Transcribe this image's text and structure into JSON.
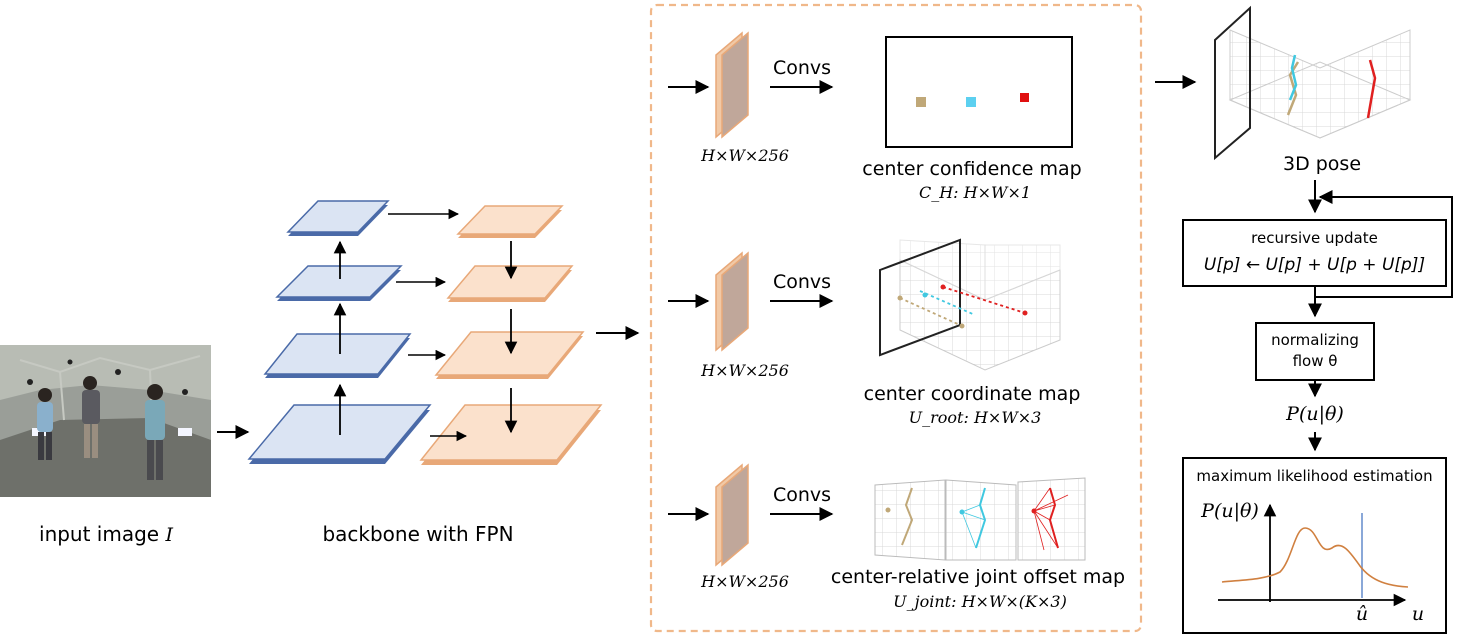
{
  "labels": {
    "input_image": "input image",
    "input_image_symbol": "I",
    "backbone": "backbone with FPN",
    "convs": "Convs",
    "feat_shape": "H×W×256",
    "center_confidence_map": "center confidence map",
    "center_confidence_formula": "C_H: H×W×1",
    "center_coordinate_map": "center coordinate map",
    "center_coordinate_formula": "U_root: H×W×3",
    "joint_offset_map": "center-relative joint offset map",
    "joint_offset_formula": "U_joint: H×W×(K×3)",
    "pose_3d": "3D pose",
    "recursive_update": "recursive update",
    "recursive_formula": "U[p] ← U[p] + U[p + U[p]]",
    "normalizing_line1": "normalizing",
    "normalizing_line2": "flow θ",
    "p_u_theta": "P(u|θ)",
    "mle_title": "maximum likelihood estimation",
    "mle_ylabel": "P(u|θ)",
    "mle_xlabel": "u",
    "mle_uhat": "û"
  },
  "colors": {
    "fpn_blue_fill": "#dbe4f3",
    "fpn_blue_edge": "#4a6aa8",
    "fpn_orange_fill": "#fbe1cc",
    "fpn_orange_edge": "#e8a878",
    "dashed_border": "#f0b88a",
    "person_tan": "#c0a878",
    "person_cyan": "#40c8e0",
    "person_red": "#e02020",
    "curve_orange": "#d08040",
    "uhat_line": "#8aa8d8"
  }
}
